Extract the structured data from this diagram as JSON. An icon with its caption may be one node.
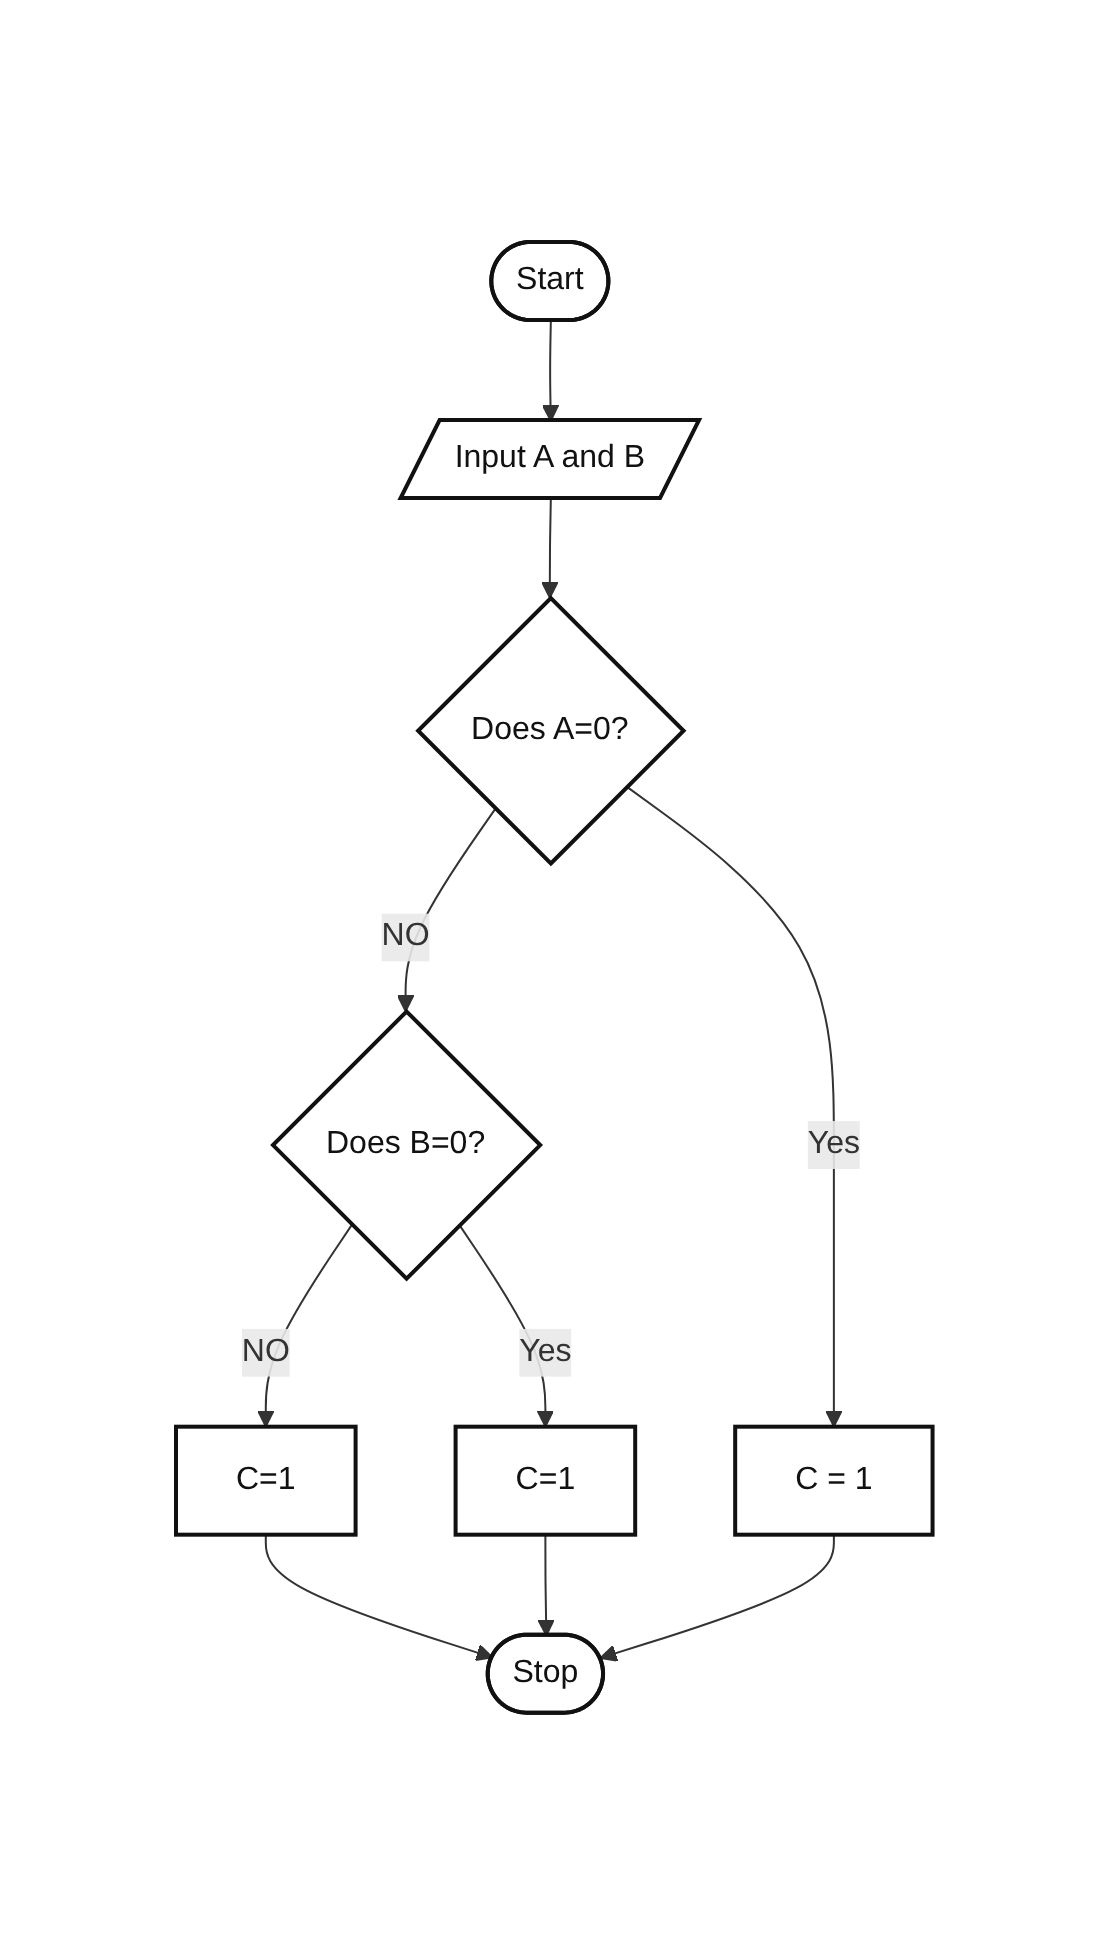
{
  "diagram": {
    "nodes": [
      {
        "text": [
          "Start"
        ]
      },
      {
        "text": [
          "Input A and B"
        ]
      },
      {
        "text": [
          "Does A=0?"
        ]
      },
      {
        "text": [
          "C = 1"
        ]
      },
      {
        "text": [
          "Does B=0?"
        ]
      },
      {
        "text": [
          "C=1"
        ]
      },
      {
        "text": [
          "C=1"
        ]
      },
      {
        "text": [
          "Stop"
        ]
      }
    ],
    "edges": [
      {
        "from": 0,
        "to": 1,
        "arrow": "to"
      },
      {
        "from": 1,
        "to": 2,
        "arrow": "to"
      },
      {
        "from": 2,
        "to": 3,
        "arrow": "to",
        "label": "Yes"
      },
      {
        "from": 2,
        "to": 4,
        "arrow": "to",
        "label": "NO"
      },
      {
        "from": 4,
        "to": 5,
        "arrow": "to",
        "label": "Yes"
      },
      {
        "from": 4,
        "to": 6,
        "arrow": "to",
        "label": "NO"
      },
      {
        "from": 6,
        "to": 7,
        "arrow": "to"
      },
      {
        "from": 5,
        "to": 7,
        "arrow": "to"
      },
      {
        "from": 3,
        "to": 7,
        "arrow": "to"
      }
    ]
  }
}
